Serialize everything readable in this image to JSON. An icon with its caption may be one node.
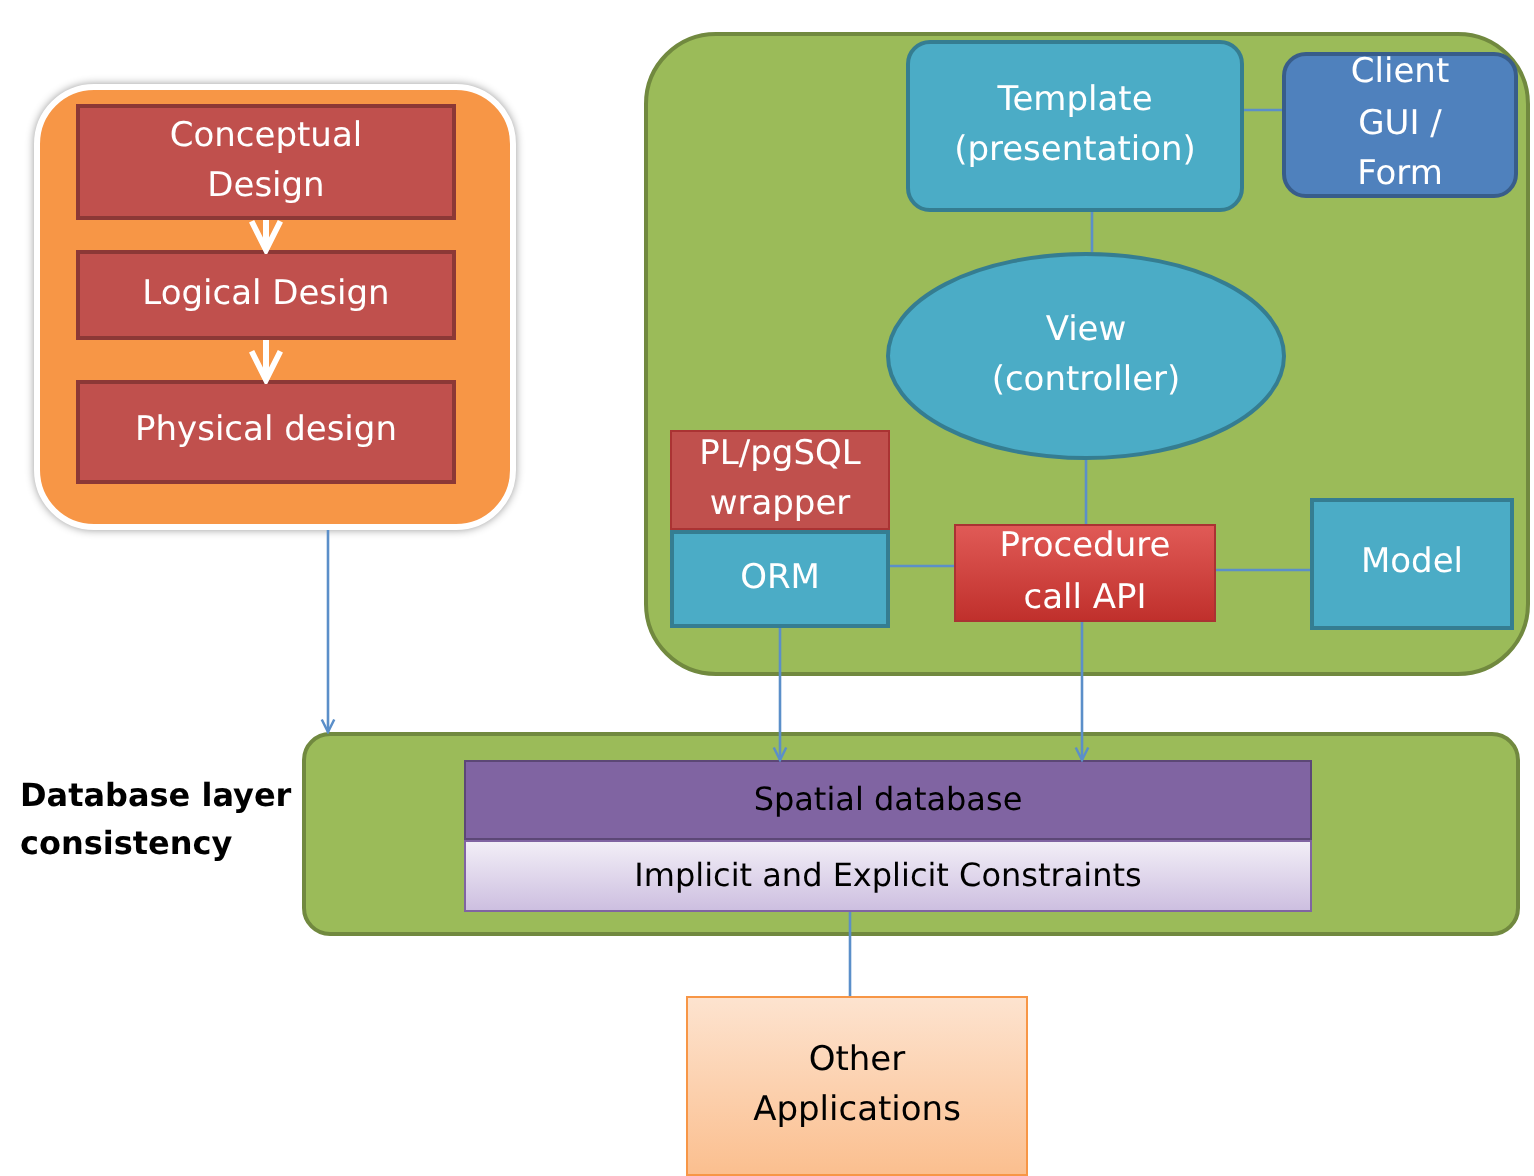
{
  "diagram": {
    "nodes": [
      {
        "text": [],
        "shape": "box"
      },
      {
        "text": [
          "Conceptual Design"
        ],
        "in": 0
      },
      {
        "text": [
          "Logical Design"
        ],
        "in": 0
      },
      {
        "text": [
          "Physical design"
        ],
        "in": 0
      },
      {
        "text": [],
        "shape": "box"
      },
      {
        "text": [
          "Template (presentation)"
        ],
        "in": 4
      },
      {
        "text": [
          "Client GUI / Form"
        ],
        "in": 4
      },
      {
        "text": [
          "View (controller)"
        ],
        "in": 4
      },
      {
        "text": [
          "PL/pgSQL wrapper"
        ],
        "in": 4
      },
      {
        "text": [
          "ORM"
        ],
        "in": 4
      },
      {
        "text": [
          "Procedure call  API"
        ],
        "in": 4
      },
      {
        "text": [
          "Model"
        ],
        "in": 4
      },
      {
        "text": [],
        "shape": "box",
        "beside": [
          "Database layer consistency"
        ]
      },
      {
        "text": [
          "Spatial database"
        ],
        "in": 12
      },
      {
        "text": [
          "Implicit  and Explicit Constraints"
        ],
        "in": 12
      },
      {
        "text": [
          "Other Applications"
        ]
      }
    ],
    "edges": [
      {
        "from": 1,
        "to": 2,
        "arrow": "to",
        "style": "thick",
        "color": "#ffffff"
      },
      {
        "from": 2,
        "to": 3,
        "arrow": "to",
        "style": "thick",
        "color": "#ffffff"
      },
      {
        "from": 0,
        "to": 12,
        "arrow": "to"
      },
      {
        "from": 5,
        "to": 6,
        "arrow": "none"
      },
      {
        "from": 5,
        "to": 7,
        "arrow": "none"
      },
      {
        "from": 7,
        "to": 10,
        "arrow": "none"
      },
      {
        "from": 9,
        "to": 10,
        "arrow": "none"
      },
      {
        "from": 10,
        "to": 11,
        "arrow": "none"
      },
      {
        "from": 9,
        "to": 13,
        "arrow": "to"
      },
      {
        "from": 10,
        "to": 13,
        "arrow": "to"
      },
      {
        "from": 14,
        "to": 15,
        "arrow": "none"
      }
    ]
  }
}
